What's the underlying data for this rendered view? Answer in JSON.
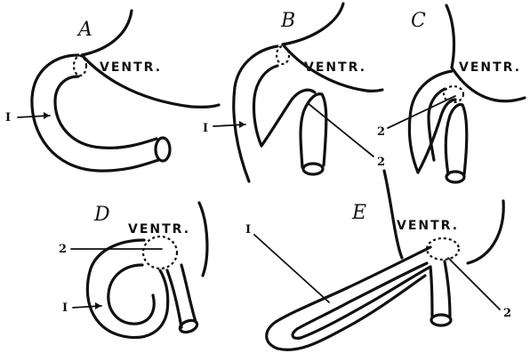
{
  "panels": {
    "A": {
      "letter": "A",
      "ventr": "VENTR.",
      "label_1": "I"
    },
    "B": {
      "letter": "B",
      "ventr": "VENTR.",
      "label_1": "I",
      "label_2": "2"
    },
    "C": {
      "letter": "C",
      "ventr": "VENTR.",
      "label_2": "2"
    },
    "D": {
      "letter": "D",
      "ventr": "VENTR.",
      "label_1": "I",
      "label_2": "2"
    },
    "E": {
      "letter": "E",
      "ventr": "VENTR.",
      "label_1": "I",
      "label_2": "2"
    }
  }
}
